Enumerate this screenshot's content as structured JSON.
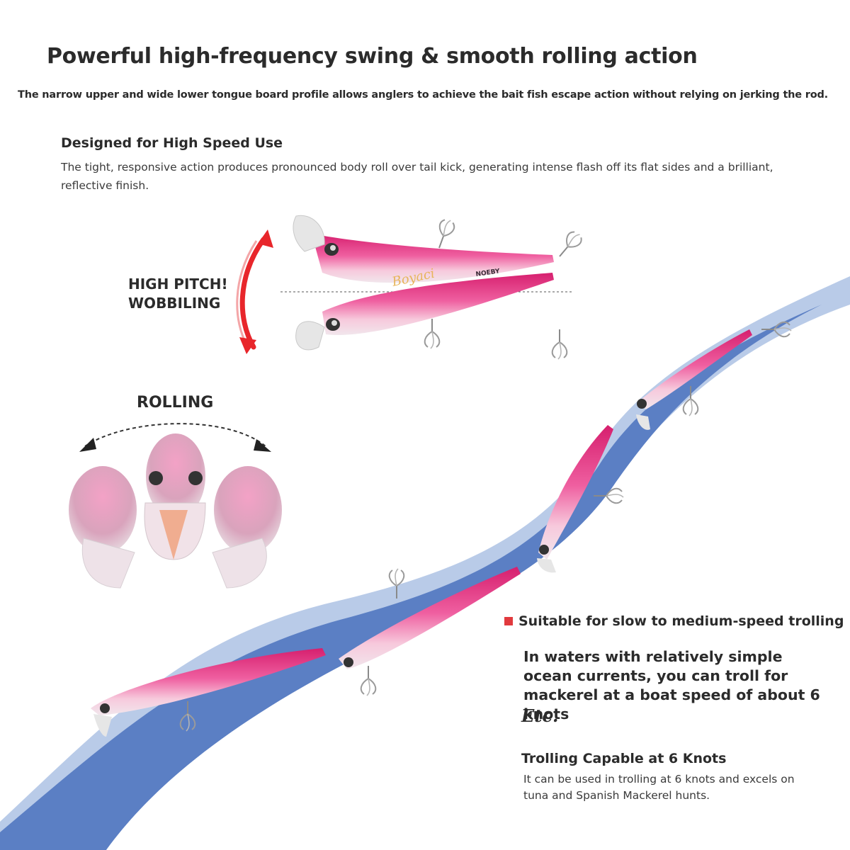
{
  "header": {
    "title": "Powerful high-frequency swing & smooth rolling action",
    "subtitle": "The narrow upper and wide lower tongue board profile allows anglers to achieve the bait fish escape action without relying on jerking the rod."
  },
  "speed_section": {
    "heading": "Designed for High Speed Use",
    "body": "The tight, responsive action produces pronounced body roll over tail kick, generating intense flash off its flat sides and a brilliant, reflective finish."
  },
  "wobble_label": {
    "line1": "HIGH PITCH!",
    "line2": "WOBBILING"
  },
  "rolling_label": "ROLLING",
  "lure_brand": {
    "script": "Boyaci",
    "mark": "NOEBY"
  },
  "trolling": {
    "bullet": "Suitable for slow to medium-speed trolling",
    "description": "In waters with relatively simple ocean currents, you can troll for mackerel at a boat speed of about 6 knots",
    "etc": "Etc.",
    "heading": "Trolling Capable at 6 Knots",
    "body": "It can be used in trolling at 6 knots and excels on tuna and Spanish Mackerel hunts."
  },
  "colors": {
    "accent_red": "#e13a3e",
    "wave_blue": "#5b7fc4",
    "wave_light": "#b9cbe8",
    "lure_pink": "#e2347e"
  }
}
